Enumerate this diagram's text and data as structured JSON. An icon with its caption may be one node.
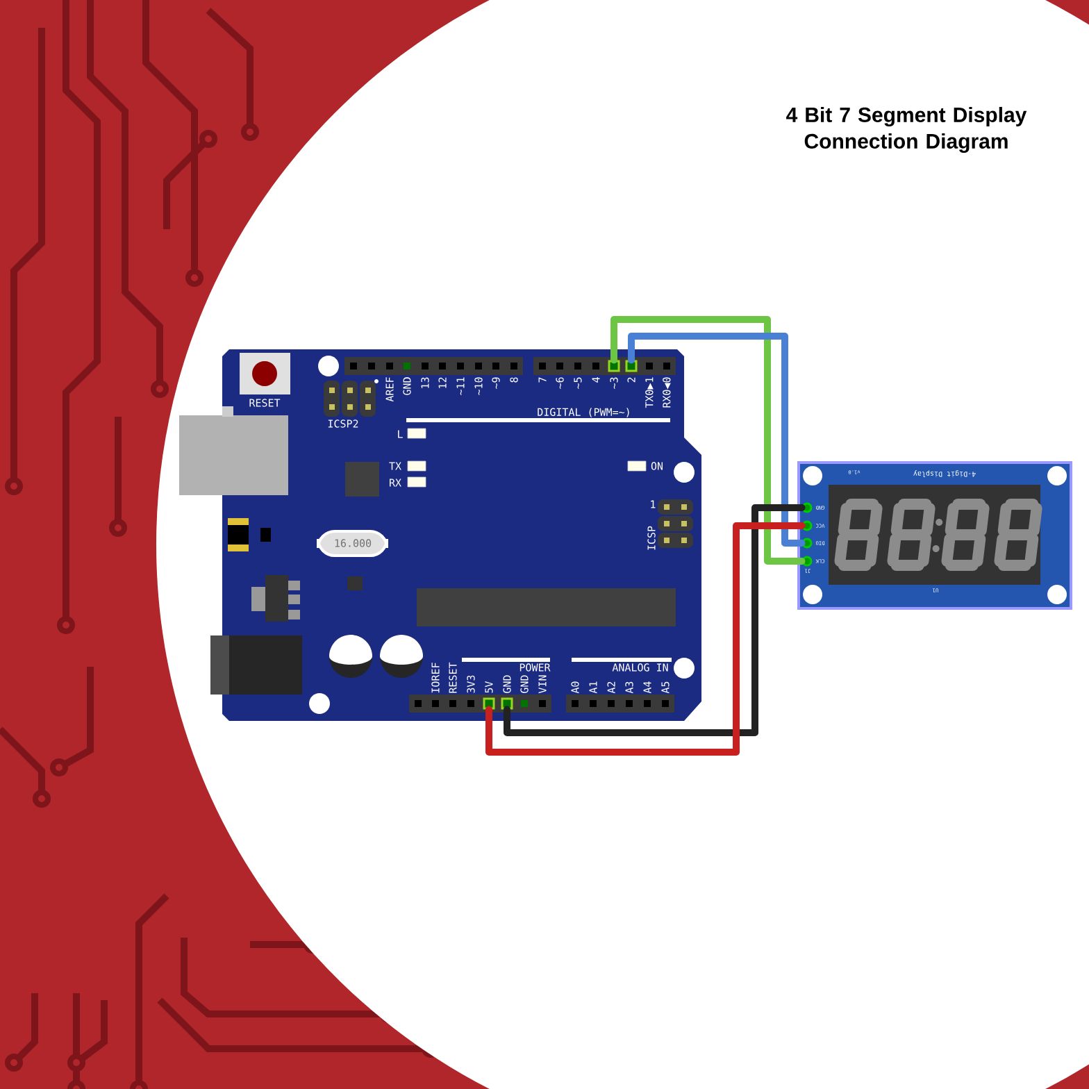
{
  "diagram": {
    "title": "4 Bit 7 Segment Display Connection Diagram",
    "nodes": [
      {
        "text": [],
        "shape": "box"
      },
      {
        "text": [
          "~3"
        ],
        "in": 0
      },
      {
        "text": [
          "2"
        ],
        "in": 0
      },
      {
        "text": [],
        "shape": "box"
      },
      {
        "text": [
          "GND"
        ],
        "in": 3
      },
      {
        "text": [
          "VCC"
        ],
        "in": 3
      },
      {
        "text": [
          "DIO"
        ],
        "in": 3
      },
      {
        "text": [
          "CLK"
        ],
        "in": 3
      },
      {
        "text": [
          "5V"
        ],
        "in": 0
      },
      {
        "text": [
          "GND"
        ],
        "in": 0
      }
    ],
    "edges": [
      {
        "from": 1,
        "to": 7,
        "arrow": "none",
        "color": "#6cc644"
      },
      {
        "from": 2,
        "to": 6,
        "arrow": "none",
        "color": "#4a7fd6"
      },
      {
        "from": 9,
        "to": 4,
        "arrow": "none",
        "color": "#222222"
      },
      {
        "from": 8,
        "to": 5,
        "arrow": "none",
        "color": "#c8201e"
      }
    ],
    "labels": [
      "RESET",
      "AREF",
      "GND",
      "13",
      "12",
      "~11",
      "~10",
      "~9",
      "8",
      "7",
      "~6",
      "~5",
      "4",
      "TX0▶1",
      "RX0◀0",
      "ICSP2",
      "DIGITAL (PWM=~)",
      "L",
      "v1.0",
      "4-Digit Display",
      "TX",
      "ON",
      "RX",
      "1",
      "ICSP",
      "16.000",
      "J1",
      "U1",
      "POWER",
      "ANALOG IN",
      "IOREF",
      "RESET",
      "3V3",
      "GND",
      "VIN",
      "A0",
      "A1",
      "A2",
      "A3",
      "A4",
      "A5"
    ]
  }
}
